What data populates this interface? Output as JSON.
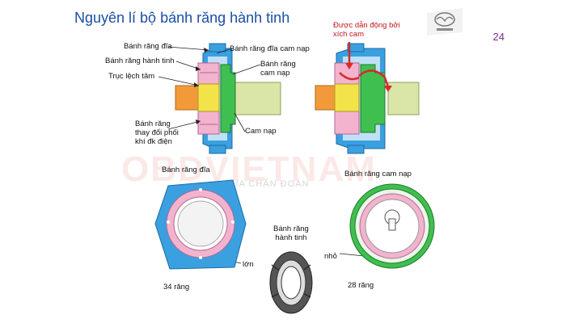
{
  "slide": {
    "title": "Nguyên lí bộ bánh răng hành tinh",
    "page_number": "24",
    "logo": "mazda-logo",
    "watermark_text": "OBDVIETNAM",
    "watermark_subtext": "GIA CHẨN ĐOÁN"
  },
  "diagram_left": {
    "labels": {
      "ring_gear": "Bánh răng đĩa",
      "planet_gear": "Bánh răng hành tinh",
      "eccentric_shaft": "Trục lệch tâm",
      "motor_gear": "Bánh răng\nthay đổi phối\nkhí đk điện",
      "ring_gear_intake_cam": "Bánh răng đĩa cam nạp",
      "intake_cam_gear": "Bánh răng\ncam nạp",
      "intake_cam": "Cam nạp"
    }
  },
  "diagram_right": {
    "labels": {
      "driven_by_chain": "Được dẫn động bởi\nxích cam"
    }
  },
  "bottom": {
    "ring_gear_title": "Bánh răng đĩa",
    "ring_gear_teeth": "34 răng",
    "big_label": "lớn",
    "planet_title": "Bánh răng\nhành tinh",
    "small_label": "nhỏ",
    "cam_gear_title": "Bánh răng cam nạp",
    "cam_gear_teeth": "28 răng"
  },
  "colors": {
    "title": "#1a4fa3",
    "ring_blue": "#3aa0e0",
    "cam_green": "#3fbf4f",
    "pink": "#f3b3cf",
    "orange": "#f29a3a",
    "yellow": "#f3e34a",
    "shaft": "#d9e6a8",
    "chain_arrow": "#d62a2a"
  }
}
